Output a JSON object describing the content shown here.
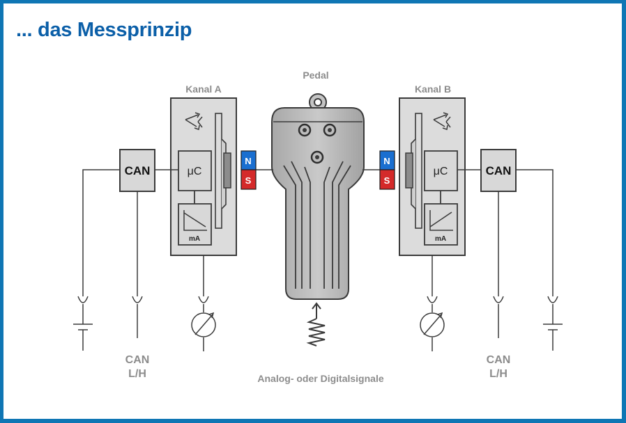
{
  "title": "... das Messprinzip",
  "labels": {
    "pedal": "Pedal",
    "kanal_a": "Kanal A",
    "kanal_b": "Kanal B",
    "can": "CAN",
    "mu_c": "μC",
    "ma": "mA",
    "magnet_n": "N",
    "magnet_s": "S",
    "can_bottom_line1": "CAN",
    "can_bottom_line2": "L/H",
    "bottom_caption": "Analog- oder Digitalsignale"
  },
  "colors": {
    "frame": "#0f76b4",
    "title": "#0b5fa8",
    "box_fill": "#dcdcdc",
    "line": "#3a3a3a",
    "label_gray": "#8c8c8c",
    "magnet_north": "#1a6fd0",
    "magnet_south": "#d42a2a"
  }
}
